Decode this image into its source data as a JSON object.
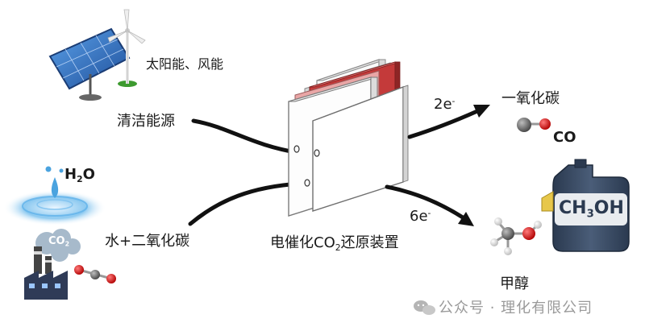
{
  "labels": {
    "solar_wind": "太阳能、风能",
    "clean_energy": "清洁能源",
    "water_formula_main": "H",
    "water_formula_sub": "2",
    "water_formula_tail": "O",
    "co2_bubble_main": "CO",
    "co2_bubble_sub": "2",
    "water_co2": "水+二氧化碳",
    "device_main": "电催化CO",
    "device_sub": "2",
    "device_tail": "还原装置",
    "electrons_2": "2e",
    "electrons_2_sup": "-",
    "electrons_6": "6e",
    "electrons_6_sup": "-",
    "co_name": "一氧化碳",
    "co_formula": "CO",
    "methanol_name": "甲醇",
    "methanol_can_main": "CH",
    "methanol_can_sub": "3",
    "methanol_can_tail": "OH"
  },
  "watermark": {
    "text": "公众号 · 理化有限公司"
  },
  "colors": {
    "arrow": "#111111",
    "solar_panel": "#2f6fc4",
    "plate_red": "#c43a3a",
    "plate_pink": "#e9a6a6",
    "can_body": "#36465c",
    "carbon_atom": "#555555",
    "oxygen_atom": "#d81a1a",
    "hydrogen_atom": "#e8e8e8",
    "water": "#4aa3df",
    "co2_cloud": "#6f8fa8"
  }
}
